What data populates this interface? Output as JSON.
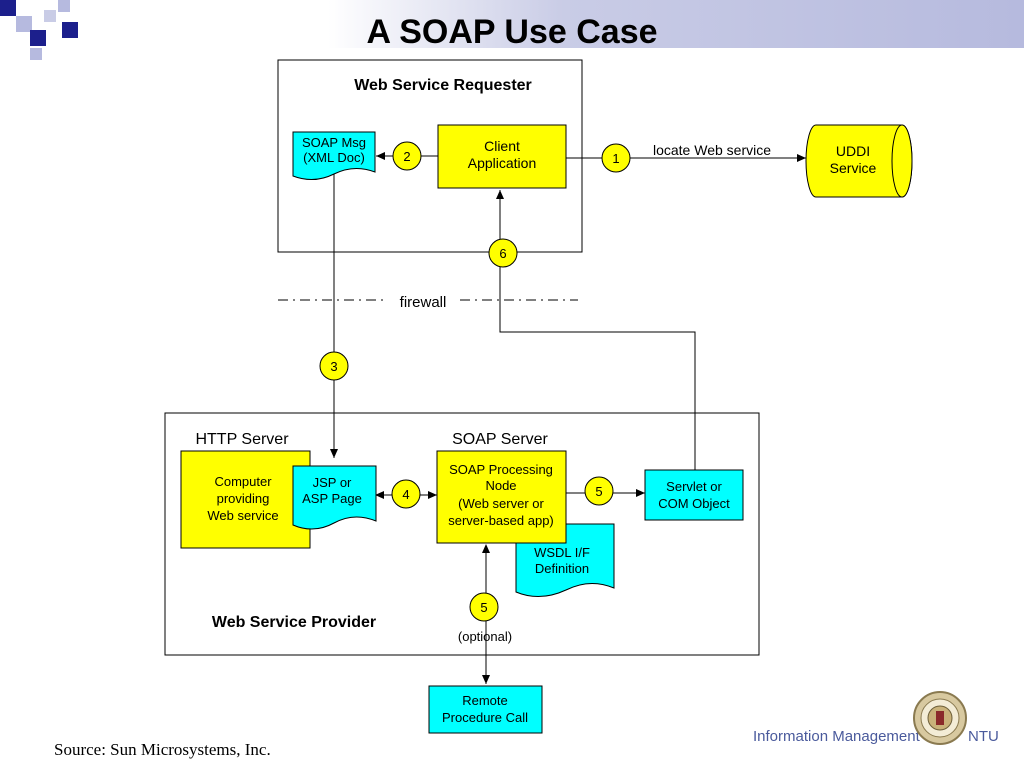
{
  "slide": {
    "title": "A SOAP Use Case",
    "source": "Source: Sun Microsystems, Inc.",
    "footer_org": "Information Management",
    "footer_school": "NTU"
  },
  "diagram": {
    "requester_title": "Web Service Requester",
    "provider_title": "Web Service Provider",
    "soap_msg": [
      "SOAP Msg",
      "(XML Doc)"
    ],
    "client_app": [
      "Client",
      "Application"
    ],
    "uddi": [
      "UDDI",
      "Service"
    ],
    "locate_label": "locate Web service",
    "firewall": "firewall",
    "http_server": "HTTP Server",
    "soap_server": "SOAP Server",
    "computer": [
      "Computer",
      "providing",
      "Web service"
    ],
    "jsp": [
      "JSP or",
      "ASP Page"
    ],
    "soap_node": [
      "SOAP Processing",
      "Node",
      "(Web server or",
      "server-based app)"
    ],
    "servlet": [
      "Servlet or",
      "COM Object"
    ],
    "wsdl": [
      "WSDL I/F",
      "Definition"
    ],
    "optional": "(optional)",
    "rpc": [
      "Remote",
      "Procedure Call"
    ],
    "steps": {
      "s1": "1",
      "s2": "2",
      "s3": "3",
      "s4": "4",
      "s5a": "5",
      "s5b": "5",
      "s6": "6"
    }
  },
  "colors": {
    "yellow": "#ffff00",
    "cyan": "#00ffff",
    "line": "#000000"
  }
}
